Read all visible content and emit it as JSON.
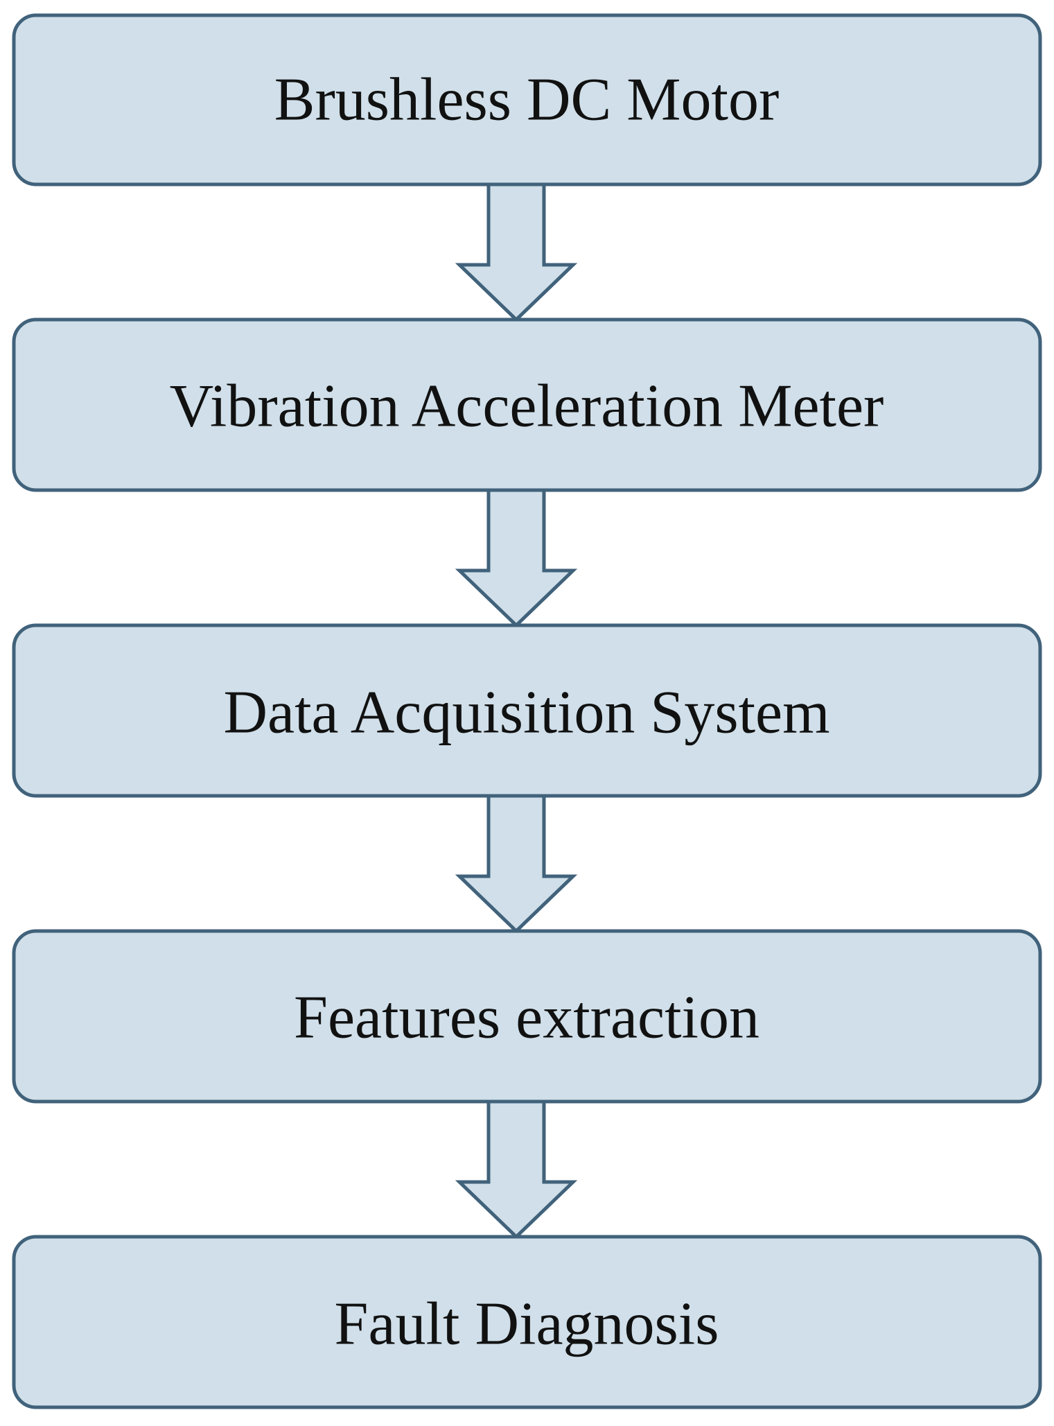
{
  "flowchart": {
    "steps": [
      {
        "label": "Brushless DC Motor"
      },
      {
        "label": "Vibration Acceleration Meter"
      },
      {
        "label": "Data Acquisition System"
      },
      {
        "label": "Features extraction"
      },
      {
        "label": "Fault Diagnosis"
      }
    ],
    "colors": {
      "box_fill": "#d0dfe9",
      "box_stroke": "#41627b",
      "text": "#111111",
      "background": "#ffffff"
    }
  }
}
